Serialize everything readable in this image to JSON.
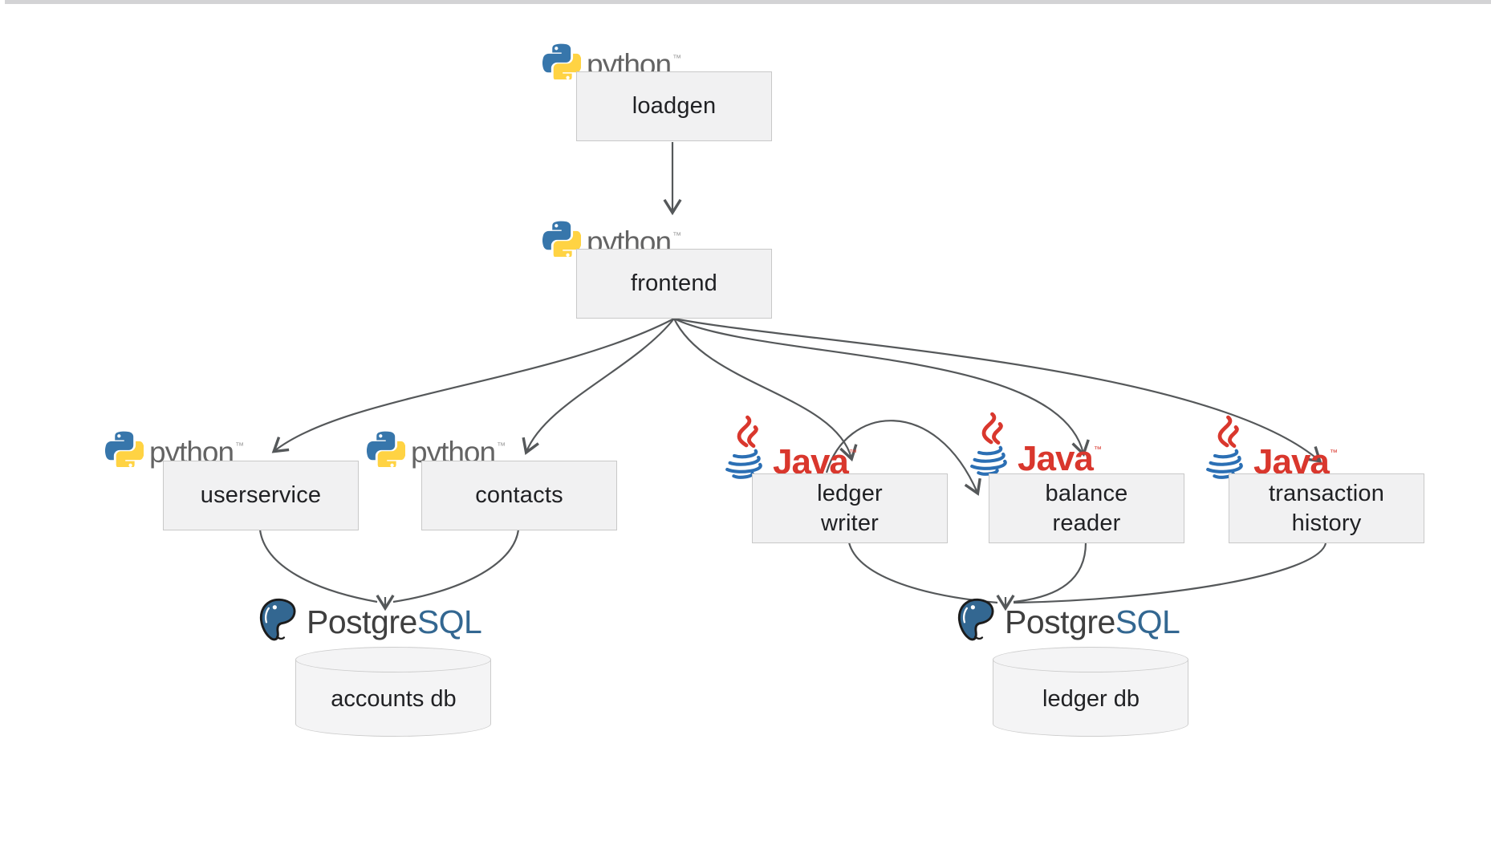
{
  "nodes": {
    "loadgen": {
      "label": "loadgen",
      "tech": "python"
    },
    "frontend": {
      "label": "frontend",
      "tech": "python"
    },
    "userservice": {
      "label": "userservice",
      "tech": "python"
    },
    "contacts": {
      "label": "contacts",
      "tech": "python"
    },
    "ledgerwriter": {
      "line1": "ledger",
      "line2": "writer",
      "tech": "java"
    },
    "balancereader": {
      "line1": "balance",
      "line2": "reader",
      "tech": "java"
    },
    "transactionhistory": {
      "line1": "transaction",
      "line2": "history",
      "tech": "java"
    },
    "accountsdb": {
      "label": "accounts db",
      "tech": "postgresql"
    },
    "ledgerdb": {
      "label": "ledger db",
      "tech": "postgresql"
    }
  },
  "edges": [
    {
      "from": "loadgen",
      "to": "frontend"
    },
    {
      "from": "frontend",
      "to": "userservice"
    },
    {
      "from": "frontend",
      "to": "contacts"
    },
    {
      "from": "frontend",
      "to": "ledgerwriter"
    },
    {
      "from": "frontend",
      "to": "balancereader"
    },
    {
      "from": "frontend",
      "to": "transactionhistory"
    },
    {
      "from": "userservice",
      "to": "accountsdb"
    },
    {
      "from": "contacts",
      "to": "accountsdb"
    },
    {
      "from": "ledgerwriter",
      "to": "balancereader"
    },
    {
      "from": "ledgerwriter",
      "to": "ledgerdb"
    },
    {
      "from": "balancereader",
      "to": "ledgerdb"
    },
    {
      "from": "transactionhistory",
      "to": "ledgerdb"
    }
  ],
  "logos": {
    "python": {
      "text": "python",
      "tm": "™"
    },
    "java": {
      "text": "Java",
      "tm": "™"
    },
    "postgresql": {
      "text_prefix": "Postgre",
      "text_suffix": "SQL"
    }
  },
  "colors": {
    "arrow": "#55585a",
    "box_fill": "#f1f1f2",
    "box_border": "#c8c8c8",
    "python_blue": "#3776ab",
    "python_yellow": "#ffd343",
    "python_text": "#646464",
    "java_red": "#d9372d",
    "java_blue": "#2b6fb4",
    "postgres_blue": "#336791",
    "postgres_text": "#3f3f3f",
    "topbar": "#d3d3d5"
  }
}
